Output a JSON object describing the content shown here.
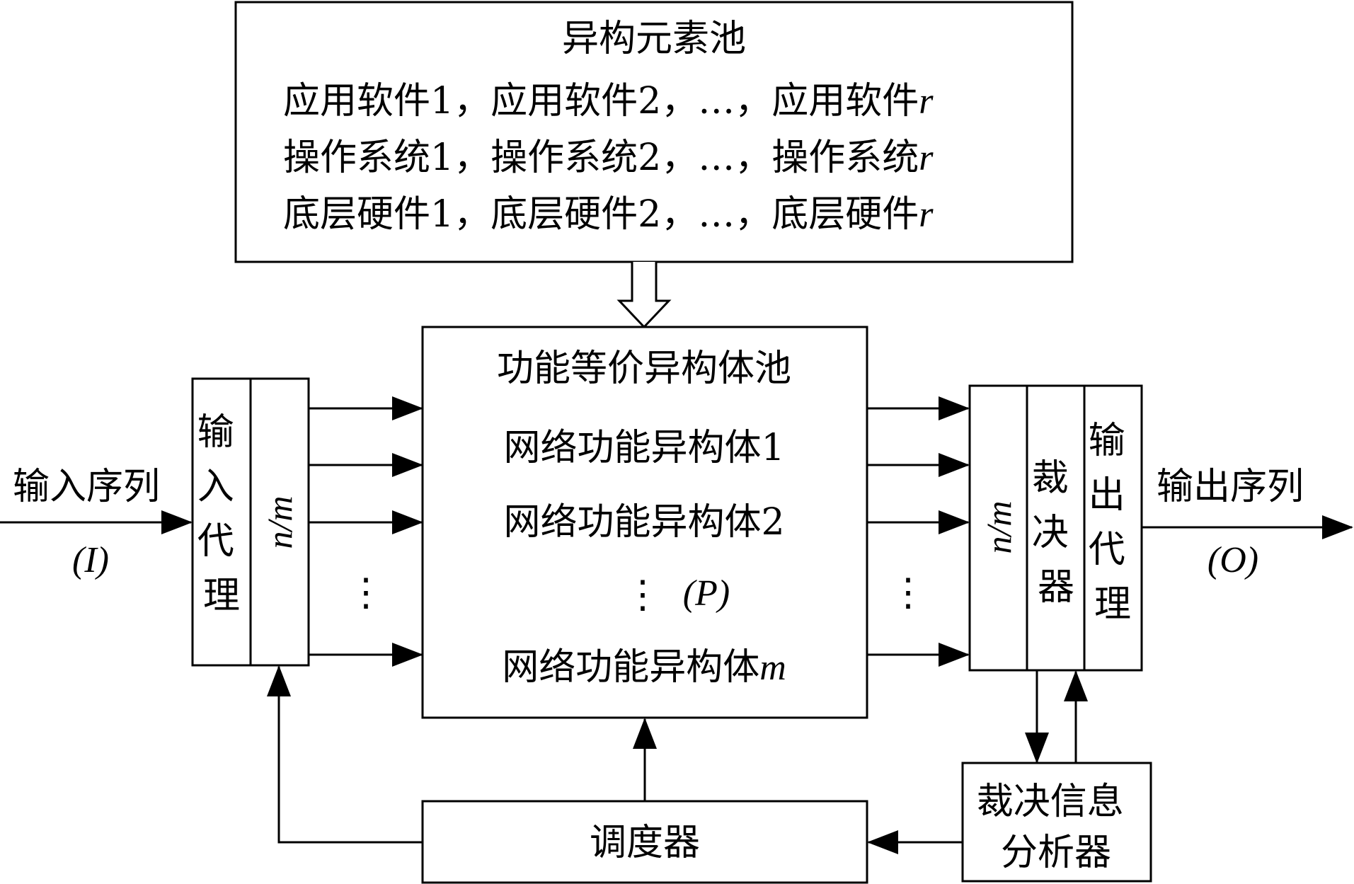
{
  "pool": {
    "title": "异构元素池",
    "rows": [
      {
        "a": "应用软件1",
        "b": "应用软件2",
        "sep": "，",
        "dots": "…",
        "c": "应用软件",
        "r": "r"
      },
      {
        "a": "操作系统1",
        "b": "操作系统2",
        "sep": "，",
        "dots": "…",
        "c": "操作系统",
        "r": "r"
      },
      {
        "a": "底层硬件1",
        "b": "底层硬件2",
        "sep": "，",
        "dots": "…",
        "c": "底层硬件",
        "r": "r"
      }
    ]
  },
  "hetero": {
    "title": "功能等价异构体池",
    "item1": "网络功能异构体1",
    "item2": "网络功能异构体2",
    "item_m": "网络功能异构体",
    "item_m_var": "m",
    "p_label": "(P)"
  },
  "input": {
    "label": "输入序列",
    "var": "(I)",
    "proxy": [
      "输",
      "入",
      "代",
      "理"
    ],
    "ratio": "n/m"
  },
  "output": {
    "label": "输出序列",
    "var": "(O)",
    "proxy": [
      "输",
      "出",
      "代",
      "理"
    ],
    "ratio": "n/m",
    "judge": [
      "裁",
      "决",
      "器"
    ]
  },
  "scheduler": {
    "label": "调度器"
  },
  "analyzer": {
    "line1": "裁决信息",
    "line2": "分析器"
  },
  "vdots": "⋮"
}
